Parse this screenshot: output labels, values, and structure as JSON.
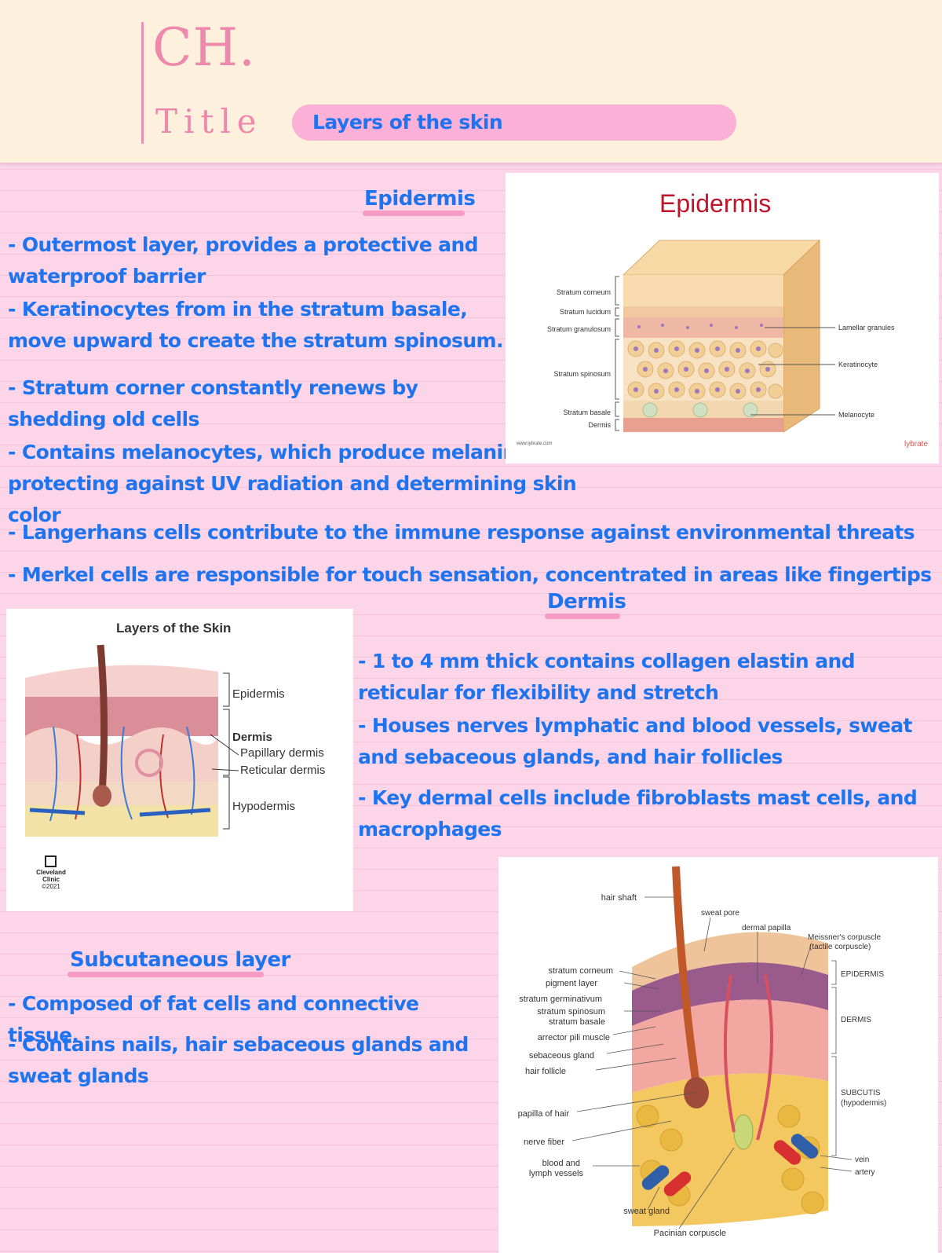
{
  "header": {
    "chapter": "CH.",
    "title_label": "Title",
    "title_value": "Layers of the skin"
  },
  "epidermis": {
    "heading": "Epidermis",
    "points": [
      "- Outermost layer, provides a protective and waterproof barrier",
      "- Keratinocytes from in the stratum basale, move upward to create the stratum spinosum.",
      "- Stratum corner constantly renews by shedding old cells",
      "- Contains melanocytes, which produce melanin, protecting against UV radiation and determining skin color",
      "- Langerhans cells contribute to the immune response against environmental threats",
      "- Merkel cells are responsible for touch sensation, concentrated in areas like fingertips"
    ],
    "figure": {
      "title": "Epidermis",
      "left_labels": [
        "Stratum corneum",
        "Stratum lucidum",
        "Stratum granulosum",
        "Stratum spinosum",
        "Stratum basale",
        "Dermis"
      ],
      "right_labels": [
        "Lamellar granules",
        "Keratinocyte",
        "Melanocyte"
      ],
      "footer_url": "www.lybrate.com",
      "brand": "lybrate"
    }
  },
  "dermis": {
    "heading": "Dermis",
    "points": [
      "- 1 to 4 mm thick contains collagen elastin and reticular for flexibility and stretch",
      "- Houses nerves lymphatic and blood vessels, sweat and sebaceous glands, and hair follicles",
      "- Key dermal cells include fibroblasts mast cells, and macrophages"
    ],
    "figure": {
      "title": "Layers of the Skin",
      "labels": [
        "Epidermis",
        "Dermis",
        "Papillary dermis",
        "Reticular dermis",
        "Hypodermis"
      ],
      "credit_line1": "Cleveland",
      "credit_line2": "Clinic",
      "credit_year": "©2021"
    }
  },
  "subcutaneous": {
    "heading": "Subcutaneous layer",
    "points": [
      "- Composed of fat cells and connective tissue.",
      "- Contains nails, hair sebaceous glands and sweat glands"
    ],
    "figure": {
      "left_labels": [
        "hair shaft",
        "stratum corneum",
        "pigment layer",
        "stratum germinativum",
        "stratum spinosum",
        "stratum basale",
        "arrector pili muscle",
        "sebaceous gland",
        "hair follicle",
        "papilla of hair",
        "nerve fiber",
        "blood and",
        "lymph vessels",
        "sweat gland",
        "Pacinian corpuscle"
      ],
      "top_labels": [
        "sweat pore",
        "dermal papilla",
        "Meissner's corpuscle",
        "(tactile corpuscle)"
      ],
      "right_labels": [
        "EPIDERMIS",
        "DERMIS",
        "SUBCUTIS",
        "(hypodermis)",
        "vein",
        "artery"
      ]
    }
  }
}
